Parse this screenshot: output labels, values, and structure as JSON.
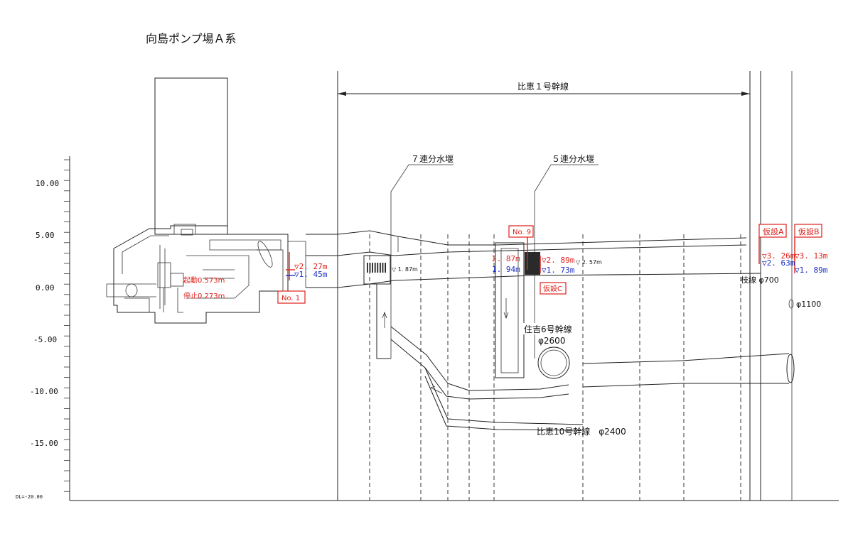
{
  "title": "向島ポンプ場Ａ系",
  "main_sewer": "比恵１号幹線",
  "y_axis": {
    "ticks": [
      "10.00",
      "5.00",
      "0.00",
      "-5.00",
      "-10.00",
      "-15.00"
    ],
    "datum": "DL=-20.00"
  },
  "weirs": {
    "weir7": "７連分水堰",
    "weir5": "５連分水堰"
  },
  "labels": {
    "no1": "No. 1",
    "no9": "No. 9",
    "kasetsu_a": "仮設A",
    "kasetsu_b": "仮設B",
    "kasetsu_c": "仮設C",
    "start": "起動0.573m",
    "stop": "停止0.273m",
    "sumiyoshi_name": "住吉6号幹線",
    "sumiyoshi_dia": "φ2600",
    "hie10": "比恵10号幹線　φ2400",
    "branch700": "枝線 φ700",
    "pipe1100": "φ1100"
  },
  "water_levels": {
    "wl_2_27": "▽2. 27m",
    "wl_1_45": "▽1. 45m",
    "wl_1_87": "▽ 1. 87m",
    "wl_2_87": "2. 87m",
    "wl_1_94": "1. 94m",
    "wl_2_89": "▽2. 89m",
    "wl_1_73": "▽1. 73m",
    "wl_2_57": "▽ 2. 57m",
    "wl_3_26": "▽3. 26m",
    "wl_3_13": "▽3. 13m",
    "wl_2_63": "▽2. 63m",
    "wl_1_89": "▽1. 89m"
  },
  "colors": {
    "annotation_red": "#e0201a",
    "annotation_blue": "#1a2cc8",
    "line": "#222222"
  }
}
